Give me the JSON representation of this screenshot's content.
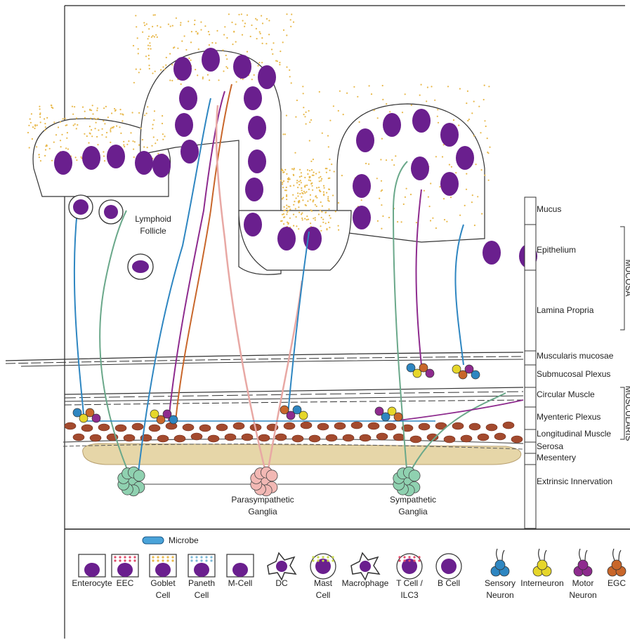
{
  "labels": {
    "lymphoid_follicle": [
      "Lymphoid",
      "Follicle"
    ],
    "parasympathetic": [
      "Parasympathetic",
      "Ganglia"
    ],
    "sympathetic": [
      "Sympathetic",
      "Ganglia"
    ],
    "mucosa": "MUCOSA",
    "muscularis": "MUSCULARIS"
  },
  "layers": [
    "Mucus",
    "Epithelium",
    "Lamina Propria",
    "Muscularis mucosae",
    "Submucosal Plexus",
    "Circular Muscle",
    "Myenteric Plexus",
    "Longitudinal Muscle",
    "Serosa",
    "Mesentery",
    "Extrinsic Innervation"
  ],
  "legend": {
    "microbe": "Microbe",
    "cells": [
      [
        "Enterocyte"
      ],
      [
        "EEC"
      ],
      [
        "Goblet",
        "Cell"
      ],
      [
        "Paneth",
        "Cell"
      ],
      [
        "M-Cell"
      ],
      [
        "DC"
      ],
      [
        "Mast",
        "Cell"
      ],
      [
        "Macrophage"
      ],
      [
        "T Cell /",
        "ILC3"
      ],
      [
        "B Cell"
      ]
    ],
    "neurons": [
      [
        "Sensory",
        "Neuron"
      ],
      [
        "Interneuron"
      ],
      [
        "Motor",
        "Neuron"
      ],
      [
        "EGC"
      ]
    ]
  },
  "colors": {
    "nucleus": "#6a1f8e",
    "sensory": "#2e86c1",
    "interneuron": "#e6d62a",
    "motor": "#8e2b8e",
    "egc": "#c8662a",
    "mucus": "#e8b84a",
    "para_ganglia": "#f2b8b4",
    "symp_ganglia": "#8fd1b0",
    "longitudinal": "#a34a2e",
    "mesentery": "#e6d6a8",
    "microbe": "#4aa3d9"
  }
}
